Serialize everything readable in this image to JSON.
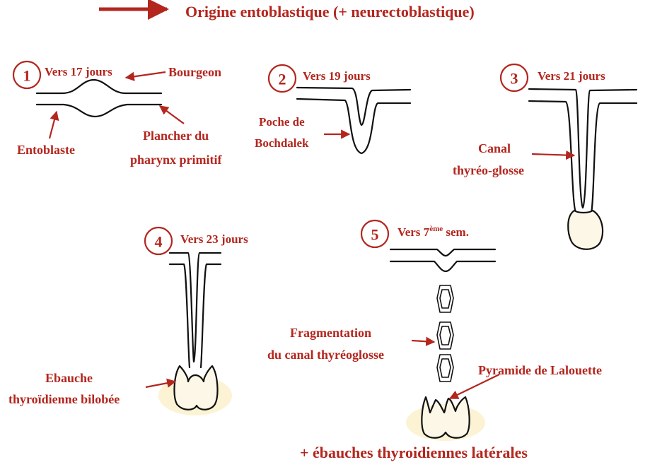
{
  "header": {
    "title": "Origine entoblastique (+ neurectoblastique)"
  },
  "stages": [
    {
      "number": "1",
      "time": "Vers 17 jours",
      "labels": [
        "Bourgeon",
        "Entoblaste",
        "Plancher du",
        "pharynx primitif"
      ]
    },
    {
      "number": "2",
      "time": "Vers 19 jours",
      "labels": [
        "Poche de",
        "Bochdalek"
      ]
    },
    {
      "number": "3",
      "time": "Vers 21 jours",
      "labels": [
        "Canal",
        "thyréo-glosse"
      ]
    },
    {
      "number": "4",
      "time": "Vers 23 jours",
      "labels": [
        "Ebauche",
        "thyroïdienne bilobée"
      ]
    },
    {
      "number": "5",
      "time_prefix": "Vers 7",
      "time_sup": "ème",
      "time_suffix": " sem.",
      "labels": [
        "Fragmentation",
        "du canal thyréoglosse",
        "Pyramide de Lalouette"
      ]
    }
  ],
  "footer": {
    "text": "+ ébauches thyroidiennes latérales"
  },
  "colors": {
    "accent": "#b3261e",
    "line": "#111111",
    "gland": "#fdf7e8"
  }
}
